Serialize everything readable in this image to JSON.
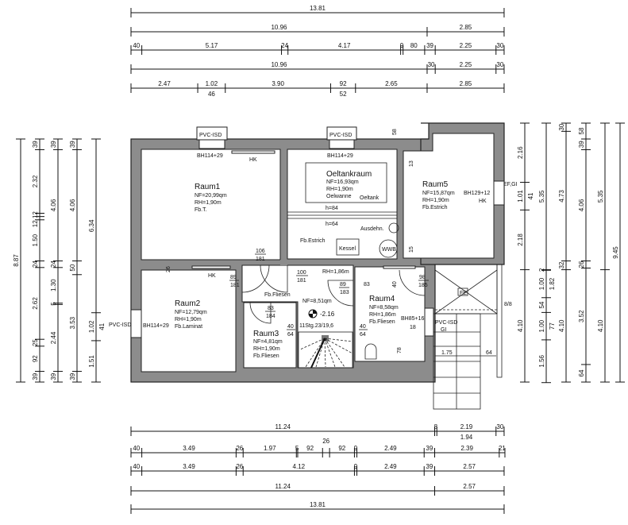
{
  "plan": {
    "rooms": {
      "raum1": {
        "name": "Raum1",
        "nf": "NF=20,99qm",
        "rh": "RH=1,90m",
        "floor": "Fb.T."
      },
      "oeltank": {
        "name": "Oeltankraum",
        "nf": "NF=16,93qm",
        "rh": "RH=1,90m",
        "wanne": "Oelwanne",
        "tank": "Oeltank"
      },
      "raum5": {
        "name": "Raum5",
        "nf": "NF=15,87qm",
        "rh": "RH=1,90m",
        "floor": "Fb.Estrich"
      },
      "raum2": {
        "name": "Raum2",
        "nf": "NF=12,79qm",
        "rh": "RH=1,90m",
        "floor": "Fb.Laminat"
      },
      "raum3": {
        "name": "Raum3",
        "nf": "NF=4,81qm",
        "rh": "RH=1,90m",
        "floor": "Fb.Fliesen"
      },
      "raum4": {
        "name": "Raum4",
        "nf": "NF=8,58qm",
        "rh": "RH=1,86m",
        "floor": "Fb.Fliesen"
      },
      "flur": {
        "nf": "NF=8,51qm",
        "rh": "RH=1,86m",
        "floor": "Fb.Fliesen",
        "level": "-2.16",
        "stair": "11Stg.23/19,6"
      }
    },
    "labels": {
      "pvc_isd": "PVC-ISD",
      "pvc_isd_gi_1": "PVC-ISD",
      "pvc_isd_gi_2": "GI",
      "bh114_29": "BH114+29",
      "bh129_12": "BH129+12",
      "bh85_16": "BH85+16",
      "hk": "HK",
      "ef_gi": "EF,GI",
      "h84": "h=84",
      "h64": "h=64",
      "ausdehn": "Ausdehn.",
      "fb_estrich": "Fb.Estrich",
      "kessel": "Kessel",
      "wwb": "WWB",
      "fe": "FE",
      "d58": "58",
      "d13": "13",
      "d15": "15",
      "d26": "26",
      "d40": "40",
      "d18": "18",
      "d78": "78",
      "d83": "83",
      "d106": "106",
      "d181": "181",
      "d89": "89",
      "d100": "100",
      "d183": "183",
      "d98": "98",
      "d185": "185",
      "d184": "184",
      "d64": "64",
      "d175": "1.75",
      "d88": "8/8"
    }
  },
  "dims": {
    "top": [
      [
        {
          "l": "13.81",
          "v": 13.81
        }
      ],
      [
        {
          "l": "10.96",
          "v": 10.96
        },
        {
          "l": "2.85",
          "v": 2.85
        }
      ],
      [
        {
          "l": "40",
          "v": 0.4
        },
        {
          "l": "5.17",
          "v": 5.17
        },
        {
          "l": "24",
          "v": 0.24
        },
        {
          "l": "4.17",
          "v": 4.17
        },
        {
          "l": "9",
          "v": 0.09
        },
        {
          "l": "80",
          "v": 0.8
        },
        {
          "l": "39",
          "v": 0.39
        },
        {
          "l": "2.25",
          "v": 2.25
        },
        {
          "l": "30",
          "v": 0.3
        }
      ],
      [
        {
          "l": "10.96",
          "v": 10.96
        },
        {
          "l": "30",
          "v": 0.3
        },
        {
          "l": "2.25",
          "v": 2.25
        },
        {
          "l": "30",
          "v": 0.3
        }
      ],
      [
        {
          "l": "2.47",
          "v": 2.47
        },
        {
          "l": "1.02",
          "v": 1.02,
          "sub": "46"
        },
        {
          "l": "3.90",
          "v": 3.9
        },
        {
          "l": "92",
          "v": 0.92,
          "sub": "52"
        },
        {
          "l": "2.65",
          "v": 2.65
        },
        {
          "l": "2.85",
          "v": 2.85
        }
      ]
    ],
    "bottom": [
      [
        {
          "l": "11.24",
          "v": 11.24
        },
        {
          "l": "8",
          "v": 0.08
        },
        {
          "l": "2.19",
          "v": 2.19,
          "sub": "1.94"
        },
        {
          "l": "30",
          "v": 0.3
        }
      ],
      [
        {
          "l": "40",
          "v": 0.4
        },
        {
          "l": "3.49",
          "v": 3.49
        },
        {
          "l": "26",
          "v": 0.26
        },
        {
          "l": "1.97",
          "v": 1.97
        },
        {
          "l": "5",
          "v": 0.05
        },
        {
          "l": "92",
          "v": 0.92
        },
        {
          "l": "26",
          "v": 0.26,
          "above": true
        },
        {
          "l": "92",
          "v": 0.92
        },
        {
          "l": "9",
          "v": 0.09
        },
        {
          "l": "2.49",
          "v": 2.49
        },
        {
          "l": "39",
          "v": 0.39
        },
        {
          "l": "2.39",
          "v": 2.39
        },
        {
          "l": "21",
          "v": 0.21
        }
      ],
      [
        {
          "l": "40",
          "v": 0.4
        },
        {
          "l": "3.49",
          "v": 3.49
        },
        {
          "l": "26",
          "v": 0.26
        },
        {
          "l": "4.12",
          "v": 4.12
        },
        {
          "l": "9",
          "v": 0.09
        },
        {
          "l": "2.49",
          "v": 2.49
        },
        {
          "l": "39",
          "v": 0.39
        },
        {
          "l": "2.57",
          "v": 2.57
        }
      ],
      [
        {
          "l": "11.24",
          "v": 11.24
        },
        {
          "l": "2.57",
          "v": 2.57
        }
      ],
      [
        {
          "l": "13.81",
          "v": 13.81
        }
      ]
    ],
    "left": [
      [
        {
          "l": "8.87",
          "v": 8.87
        }
      ],
      [
        {
          "l": "39",
          "v": 0.39
        },
        {
          "l": "2.32",
          "v": 2.32
        },
        {
          "l": "12",
          "v": 0.12
        },
        {
          "l": "12",
          "v": 0.12
        },
        {
          "l": "1.50",
          "v": 1.5
        },
        {
          "l": "24",
          "v": 0.24
        },
        {
          "l": "2.62",
          "v": 2.62
        },
        {
          "l": "25",
          "v": 0.25
        },
        {
          "l": "92",
          "v": 0.92
        },
        {
          "l": "39",
          "v": 0.39
        }
      ],
      [
        {
          "l": "39",
          "v": 0.39
        },
        {
          "l": "4.06",
          "v": 4.06
        },
        {
          "l": "24",
          "v": 0.24
        },
        {
          "l": "1.30",
          "v": 1.3
        },
        {
          "l": "5",
          "v": 0.05
        },
        {
          "l": "2.44",
          "v": 2.44
        },
        {
          "l": "39",
          "v": 0.39
        }
      ],
      [
        {
          "l": "39",
          "v": 0.39
        },
        {
          "l": "4.06",
          "v": 4.06
        },
        {
          "l": "50",
          "v": 0.5
        },
        {
          "l": "3.53",
          "v": 3.53
        },
        {
          "l": "39",
          "v": 0.39
        }
      ],
      [
        {
          "l": "6.34",
          "v": 6.34
        },
        {
          "l": "1.02",
          "v": 1.02,
          "sub": "41"
        },
        {
          "l": "1.51",
          "v": 1.51
        }
      ]
    ],
    "right": [
      [
        {
          "l": "2.16",
          "v": 2.16
        },
        {
          "l": "1.01",
          "v": 1.01,
          "sub": "41"
        },
        {
          "l": "2.18",
          "v": 2.18
        },
        {
          "l": "4.10",
          "v": 4.1
        }
      ],
      [
        {
          "l": "5.35",
          "v": 5.35
        },
        {
          "l": "2",
          "v": 0.02
        },
        {
          "l": "1.00",
          "v": 1.0,
          "sub": "1.82"
        },
        {
          "l": "54",
          "v": 0.54
        },
        {
          "l": "1.00",
          "v": 1.0,
          "sub": "77"
        },
        {
          "l": "1.56",
          "v": 1.56
        }
      ],
      [
        {
          "l": "30",
          "v": 0.3
        },
        {
          "l": "4.73",
          "v": 4.73
        },
        {
          "l": "32",
          "v": 0.32
        },
        {
          "l": "4.10",
          "v": 4.1
        }
      ],
      [
        {
          "l": "58",
          "v": 0.58
        },
        {
          "l": "39",
          "v": 0.39
        },
        {
          "l": "4.06",
          "v": 4.06
        },
        {
          "l": "26",
          "v": 0.26
        },
        {
          "l": "3.52",
          "v": 3.52
        },
        {
          "l": "64",
          "v": 0.64
        }
      ],
      [
        {
          "l": "5.35",
          "v": 5.35
        },
        {
          "l": "4.10",
          "v": 4.1
        }
      ],
      [
        {
          "l": "9.45",
          "v": 9.45
        }
      ]
    ]
  }
}
